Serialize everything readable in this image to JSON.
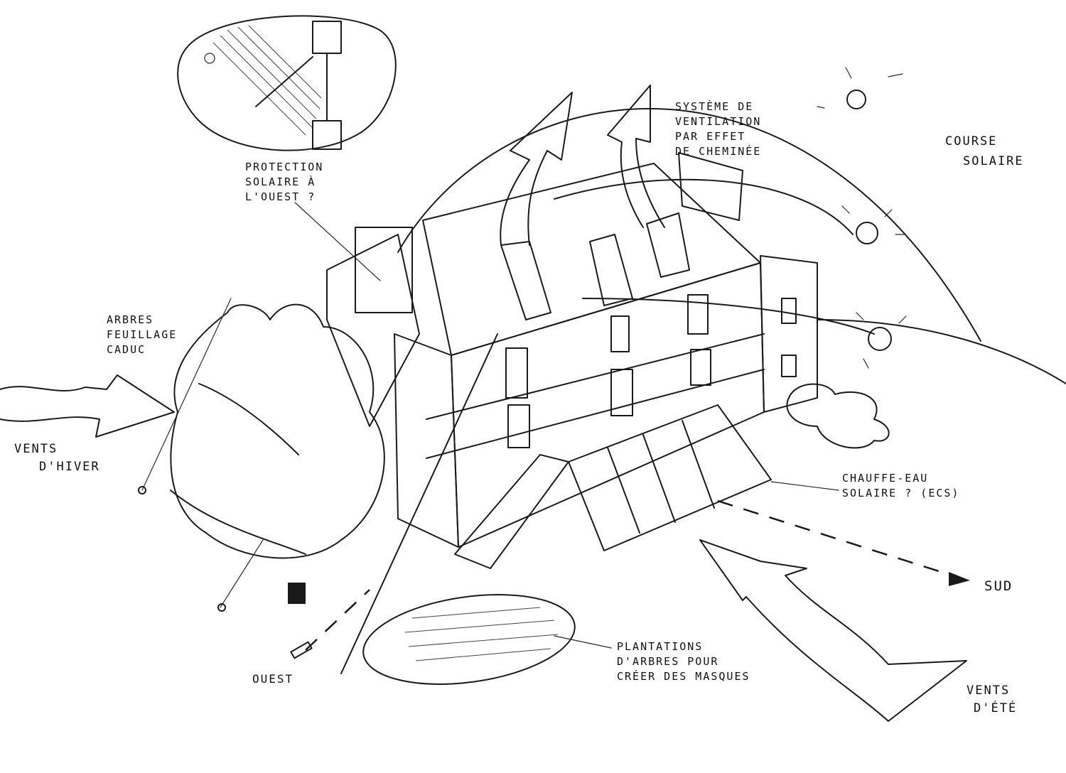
{
  "labels": {
    "protection": [
      "PROTECTION",
      "SOLAIRE À",
      "L'OUEST ?"
    ],
    "ventilation": [
      "SYSTÈME DE",
      "VENTILATION",
      "PAR EFFET",
      "DE CHEMINÉE"
    ],
    "course": [
      "COURSE",
      "SOLAIRE"
    ],
    "arbres": [
      "ARBRES",
      "FEUILLAGE",
      "CADUC"
    ],
    "vents_hiver": [
      "VENTS",
      "D'HIVER"
    ],
    "chauffe_eau": [
      "CHAUFFE-EAU",
      "SOLAIRE ? (ECS)"
    ],
    "sud": "SUD",
    "ouest": "OUEST",
    "plantations": [
      "PLANTATIONS",
      "D'ARBRES POUR",
      "CRÉER DES MASQUES"
    ],
    "vents_ete": [
      "VENTS",
      "D'ÉTÉ"
    ]
  }
}
